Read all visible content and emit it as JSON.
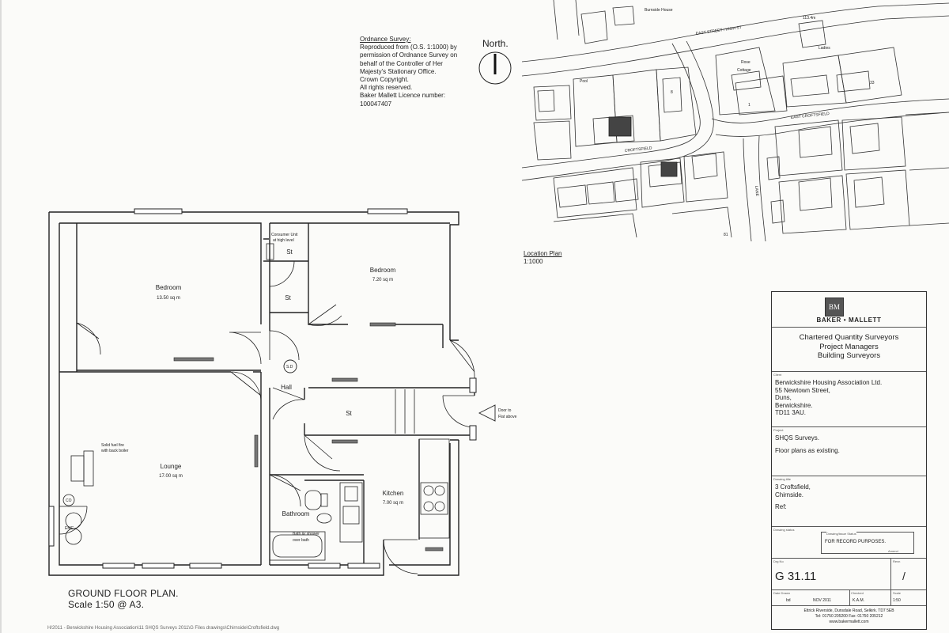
{
  "os_note": {
    "heading": "Ordnance Survey:",
    "lines": [
      "Reproduced from (O.S. 1:1000) by",
      "permission of Ordnance Survey on",
      "behalf of the Controller of Her",
      "Majesty's Stationary Office.",
      "Crown Copyright.",
      "All rights reserved.",
      "Baker Mallett Licence number:",
      "100047407"
    ]
  },
  "north_label": "North.",
  "location_plan": {
    "title": "Location Plan",
    "scale": "1:1000",
    "map_labels": {
      "burnside_house": "Burnside House",
      "spot_height": "113.4m",
      "east_street": "EAST STREET / HIGH ST",
      "ladies": "Ladies",
      "rose_cottage_1": "Rose",
      "rose_cottage_2": "Cottage",
      "pool": "Pool",
      "east_crofts": "EAST CROFTSFIELD",
      "croftsfield": "CROFTSFIELD",
      "lane": "LANE",
      "n1": "1",
      "n2": "8",
      "n3": "33",
      "n4": "81"
    }
  },
  "floor_plan": {
    "title": "GROUND FLOOR PLAN.",
    "scale": "Scale 1:50 @ A3.",
    "rooms": [
      {
        "name": "Bedroom",
        "area": "13.50 sq m"
      },
      {
        "name": "Bedroom",
        "area": "7.20 sq m"
      },
      {
        "name": "Lounge",
        "area": "17.00 sq m"
      },
      {
        "name": "Kitchen",
        "area": "7.00 sq m"
      },
      {
        "name": "Bathroom",
        "area": ""
      }
    ],
    "labels": {
      "consumer_unit_1": "Consumer Unit",
      "consumer_unit_2": "at high level",
      "st1": "St",
      "st2": "St",
      "st3": "St",
      "hall": "Hall",
      "sd": "S.D",
      "co": "CO",
      "emc": "EMC",
      "fire_1": "Solid fuel fire",
      "fire_2": "with back boiler",
      "bath_1": "Bath &/ shower",
      "bath_2": "over bath",
      "door_1": "Door to",
      "door_2": "Flat above"
    }
  },
  "title_block": {
    "company": "BAKER • MALLETT",
    "logo_mark": "BM",
    "services": [
      "Chartered Quantity Surveyors",
      "Project Managers",
      "Building Surveyors"
    ],
    "client_label": "Client",
    "client": [
      "Berwickshire Housing Association Ltd.",
      "55 Newtown Street,",
      "Duns,",
      "Berwickshire.",
      "TD11 3AU."
    ],
    "project_label": "Project",
    "project": [
      "SHQS Surveys.",
      "Floor plans as existing."
    ],
    "address_label": "Drawing title",
    "address": [
      "3 Croftsfield,",
      "Chirnside."
    ],
    "ref": "Ref:",
    "status_label": "Drawing status",
    "issue_label": "Drawing/issue Status",
    "status": "FOR RECORD PURPOSES.",
    "status_sub": "Amend",
    "number_label": "Drg No",
    "drawing_no": "G 31.11",
    "rev_label": "Revn",
    "revision": "/",
    "drawn_label": "Date Drawn",
    "drawn": "bd",
    "date": "NOV 2011",
    "checked_label": "Checked",
    "checked": "K.A.M.",
    "scale_label": "Scale",
    "scale": "1:50",
    "footer_address": "Ettrick Riverside, Dunsdale Road, Selkirk. TD7 5EB",
    "footer_tel": "Tel: 01750 205200    Fax: 01750 205212",
    "footer_web": "www.bakermallett.com"
  },
  "footer_path": "H/2011 - Berwickshire Housing Association\\11 SHQS Surveys 2011\\G Files drawings\\Chirnside\\Croftsfield.dwg"
}
